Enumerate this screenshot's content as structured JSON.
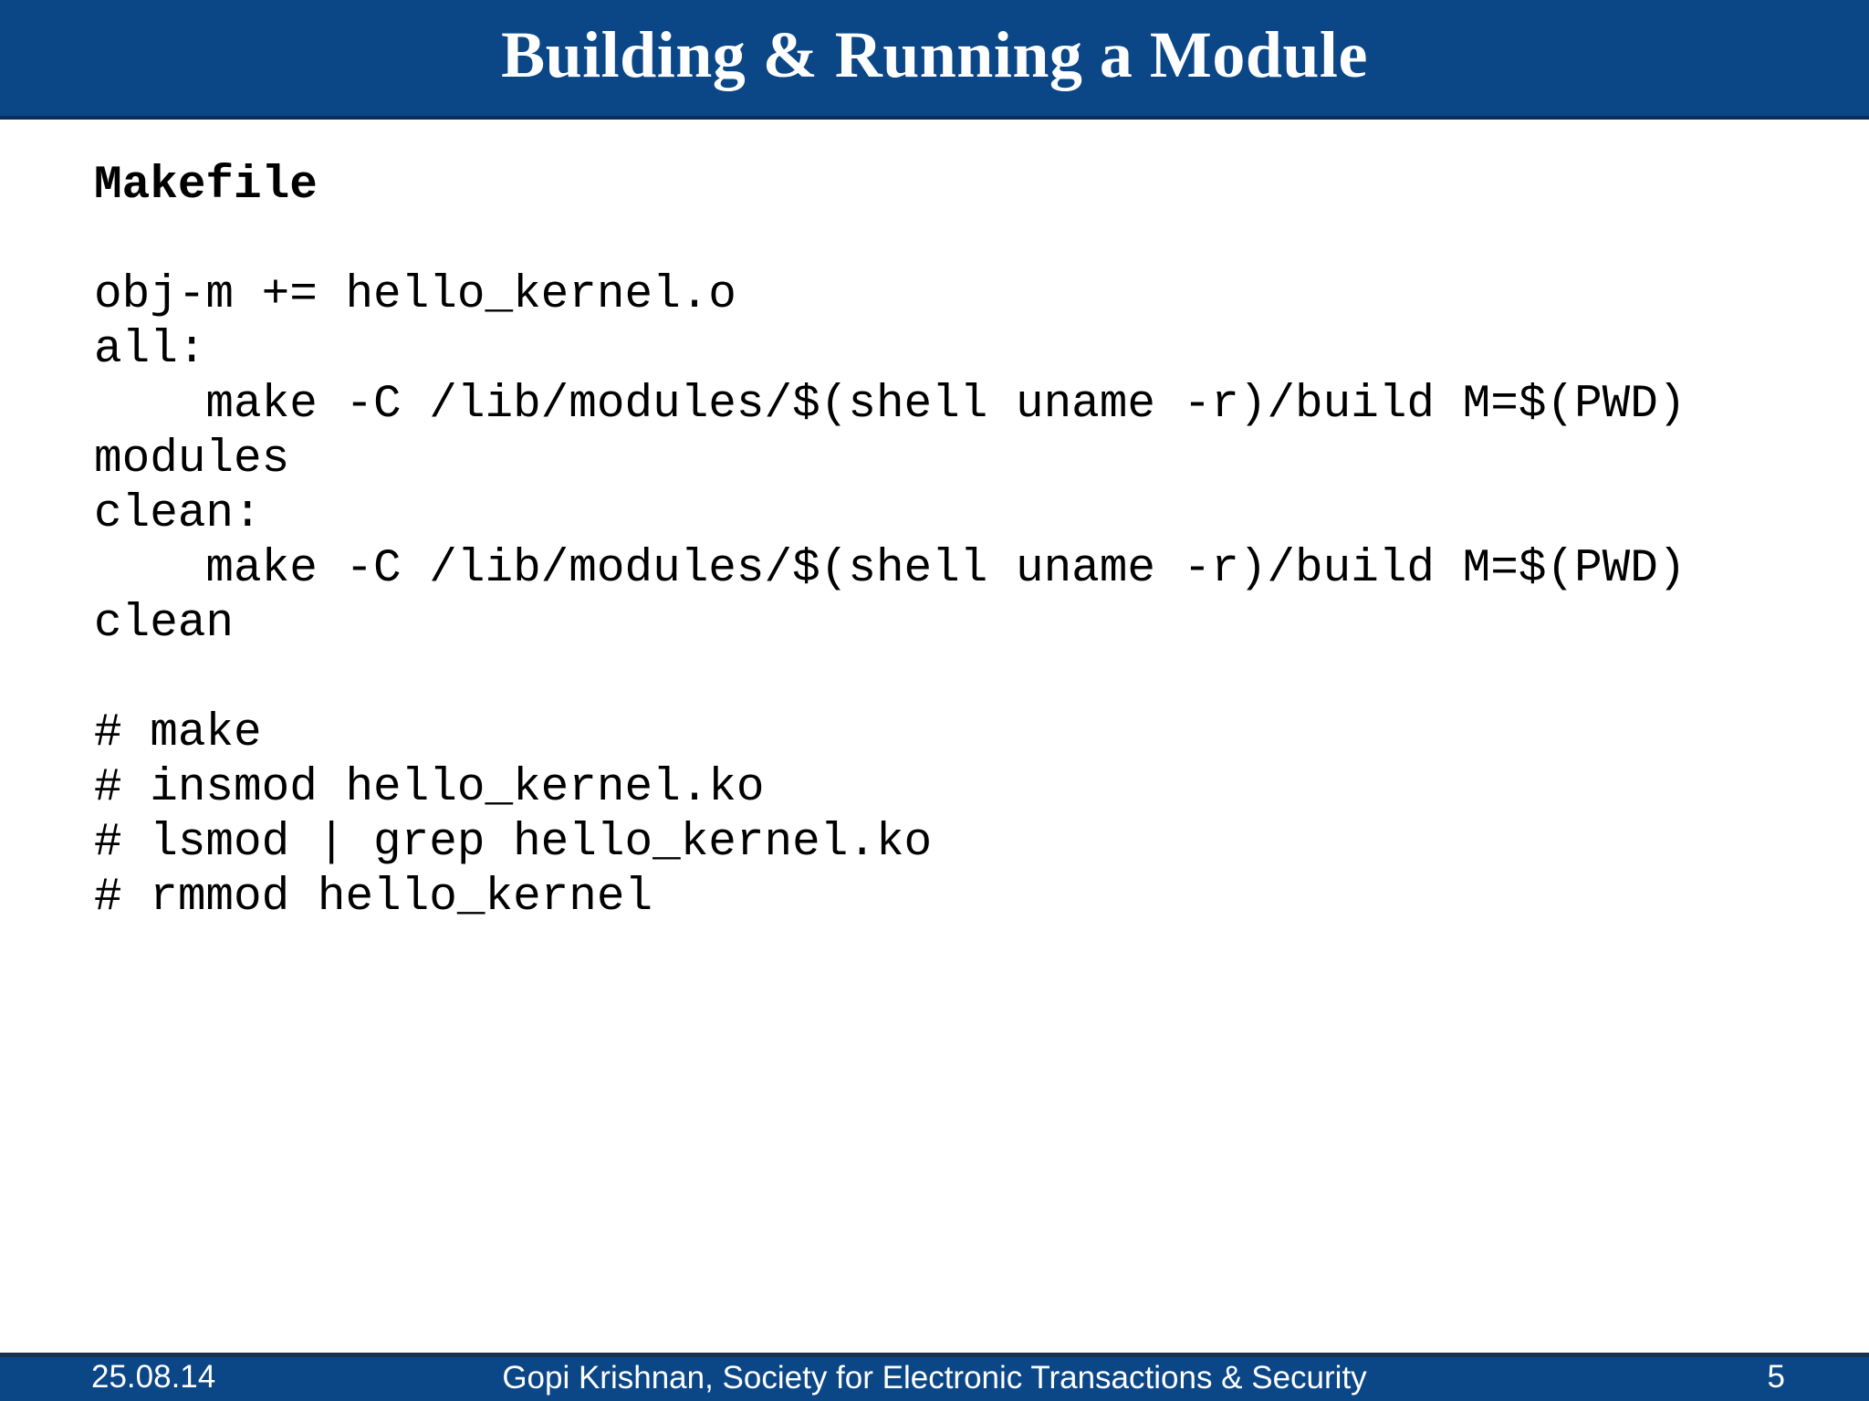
{
  "title": "Building & Running a Module",
  "code_lines": [
    {
      "text": "Makefile",
      "bold": true
    },
    {
      "text": ""
    },
    {
      "text": "obj-m += hello_kernel.o"
    },
    {
      "text": "all:"
    },
    {
      "text": "    make -C /lib/modules/$(shell uname -r)/build M=$(PWD)"
    },
    {
      "text": "modules"
    },
    {
      "text": "clean:"
    },
    {
      "text": "    make -C /lib/modules/$(shell uname -r)/build M=$(PWD)"
    },
    {
      "text": "clean"
    },
    {
      "text": ""
    },
    {
      "text": "# make"
    },
    {
      "text": "# insmod hello_kernel.ko"
    },
    {
      "text": "# lsmod | grep hello_kernel.ko"
    },
    {
      "text": "# rmmod hello_kernel"
    }
  ],
  "footer": {
    "date": "25.08.14",
    "credit": "Gopi Krishnan, Society for Electronic Transactions & Security",
    "page_number": "5"
  },
  "colors": {
    "banner_blue": "#0b4687",
    "border_navy": "#092e5e",
    "footer_border": "#1d3050",
    "title_white": "#ffffff",
    "code_black": "#000000"
  }
}
